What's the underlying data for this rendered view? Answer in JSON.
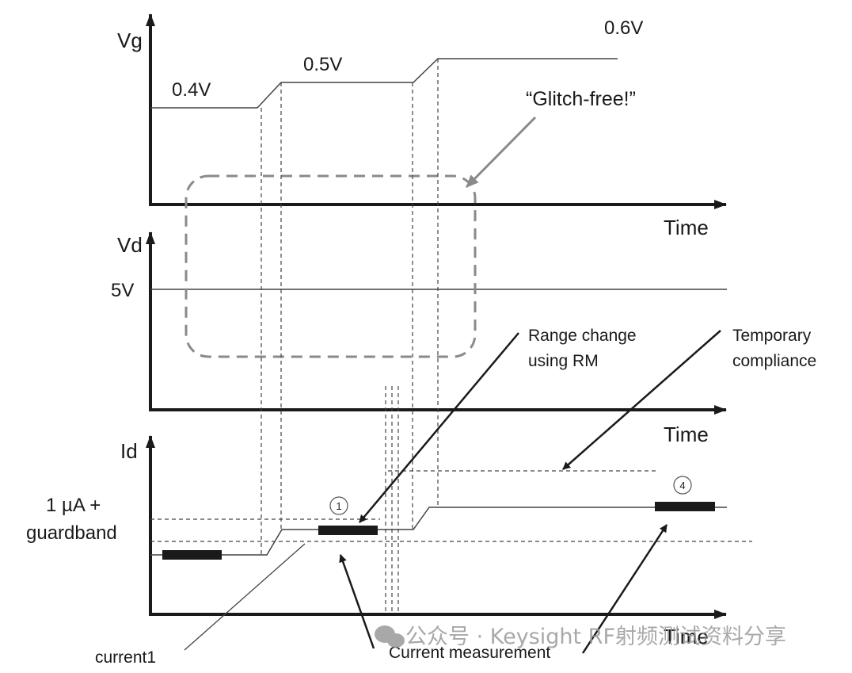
{
  "vg_panel": {
    "axis_label": "Vg",
    "time_label": "Time",
    "levels": [
      "0.4V",
      "0.5V",
      "0.6V"
    ],
    "callout": "“Glitch-free!”"
  },
  "vd_panel": {
    "axis_label": "Vd",
    "time_label": "Time",
    "level": "5V"
  },
  "id_panel": {
    "axis_label": "Id",
    "time_label": "Time",
    "guard_label_line1": "1 µA +",
    "guard_label_line2": "guardband",
    "marker_1": "1",
    "marker_4": "4"
  },
  "annotations": {
    "range_change_line1": "Range change",
    "range_change_line2": "using RM",
    "temporary_line1": "Temporary",
    "temporary_line2": "compliance",
    "current1": "current1",
    "current_measurement": "Current measurement"
  },
  "watermark": "公众号 · Keysight RF射频测试资料分享",
  "colors": {
    "ink": "#1a1a1a",
    "dashed_box": "#8a8a8a",
    "watermark": "#9a9a9a"
  }
}
